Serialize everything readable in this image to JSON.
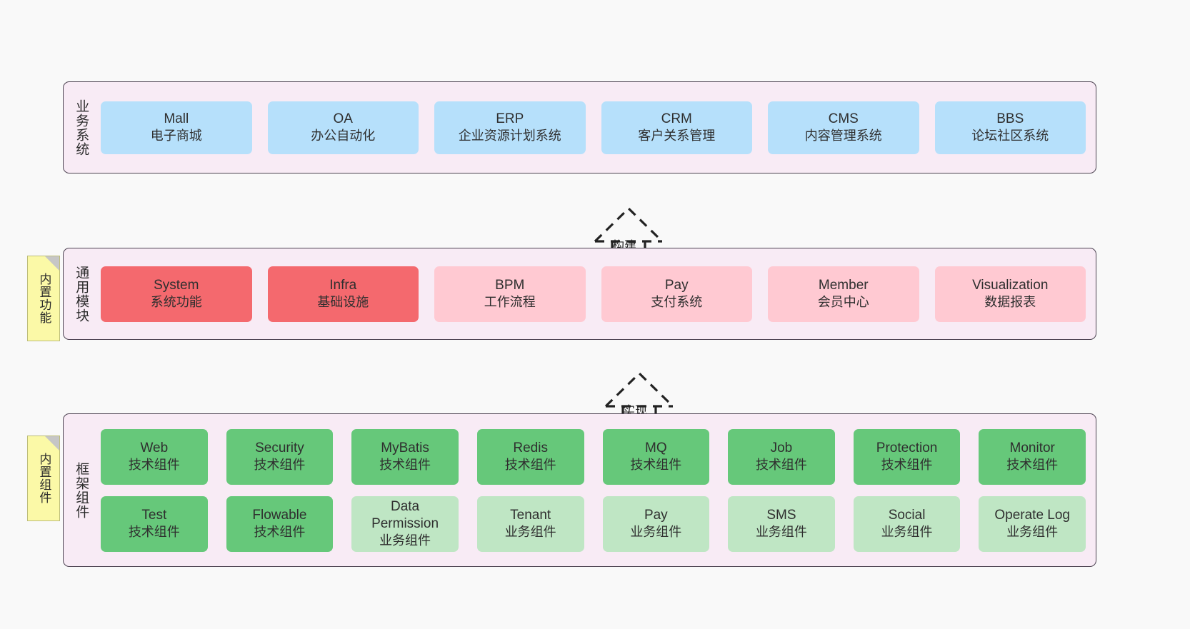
{
  "diagram": {
    "layers": [
      {
        "id": "business-systems",
        "title": "业务系统",
        "rows": [
          {
            "cells": [
              {
                "name": "Mall",
                "sub": "电子商城",
                "color": "#b6e0fb"
              },
              {
                "name": "OA",
                "sub": "办公自动化",
                "color": "#b6e0fb"
              },
              {
                "name": "ERP",
                "sub": "企业资源计划系统",
                "color": "#b6e0fb"
              },
              {
                "name": "CRM",
                "sub": "客户关系管理",
                "color": "#b6e0fb"
              },
              {
                "name": "CMS",
                "sub": "内容管理系统",
                "color": "#b6e0fb"
              },
              {
                "name": "BBS",
                "sub": "论坛社区系统",
                "color": "#b6e0fb"
              }
            ]
          }
        ]
      },
      {
        "id": "common-modules",
        "title": "通用模块",
        "note": "内置功能",
        "rows": [
          {
            "cells": [
              {
                "name": "System",
                "sub": "系统功能",
                "color": "#f4696e"
              },
              {
                "name": "Infra",
                "sub": "基础设施",
                "color": "#f4696e"
              },
              {
                "name": "BPM",
                "sub": "工作流程",
                "color": "#ffc9d2"
              },
              {
                "name": "Pay",
                "sub": "支付系统",
                "color": "#ffc9d2"
              },
              {
                "name": "Member",
                "sub": "会员中心",
                "color": "#ffc9d2"
              },
              {
                "name": "Visualization",
                "sub": "数据报表",
                "color": "#ffc9d2"
              }
            ]
          }
        ]
      },
      {
        "id": "framework-components",
        "title": "框架组件",
        "note": "内置组件",
        "rows": [
          {
            "cells": [
              {
                "name": "Web",
                "sub": "技术组件",
                "color": "#66c87a"
              },
              {
                "name": "Security",
                "sub": "技术组件",
                "color": "#66c87a"
              },
              {
                "name": "MyBatis",
                "sub": "技术组件",
                "color": "#66c87a"
              },
              {
                "name": "Redis",
                "sub": "技术组件",
                "color": "#66c87a"
              },
              {
                "name": "MQ",
                "sub": "技术组件",
                "color": "#66c87a"
              },
              {
                "name": "Job",
                "sub": "技术组件",
                "color": "#66c87a"
              },
              {
                "name": "Protection",
                "sub": "技术组件",
                "color": "#66c87a"
              },
              {
                "name": "Monitor",
                "sub": "技术组件",
                "color": "#66c87a"
              }
            ]
          },
          {
            "cells": [
              {
                "name": "Test",
                "sub": "技术组件",
                "color": "#66c87a"
              },
              {
                "name": "Flowable",
                "sub": "技术组件",
                "color": "#66c87a"
              },
              {
                "name": "Data Permission",
                "sub": "业务组件",
                "color": "#bfe6c4"
              },
              {
                "name": "Tenant",
                "sub": "业务组件",
                "color": "#bfe6c4"
              },
              {
                "name": "Pay",
                "sub": "业务组件",
                "color": "#bfe6c4"
              },
              {
                "name": "SMS",
                "sub": "业务组件",
                "color": "#bfe6c4"
              },
              {
                "name": "Social",
                "sub": "业务组件",
                "color": "#bfe6c4"
              },
              {
                "name": "Operate Log",
                "sub": "业务组件",
                "color": "#bfe6c4"
              }
            ]
          }
        ]
      }
    ],
    "connectors": [
      {
        "id": "build",
        "label": "构建"
      },
      {
        "id": "implement",
        "label": "实现"
      }
    ],
    "colors": {
      "canvas": "#f9f9f9",
      "layer_bg": "#f8ebf5",
      "layer_border": "#4d4352",
      "note_bg": "#fbf9a7",
      "note_fold": "#c6c6c6",
      "connector": "#232323"
    }
  }
}
